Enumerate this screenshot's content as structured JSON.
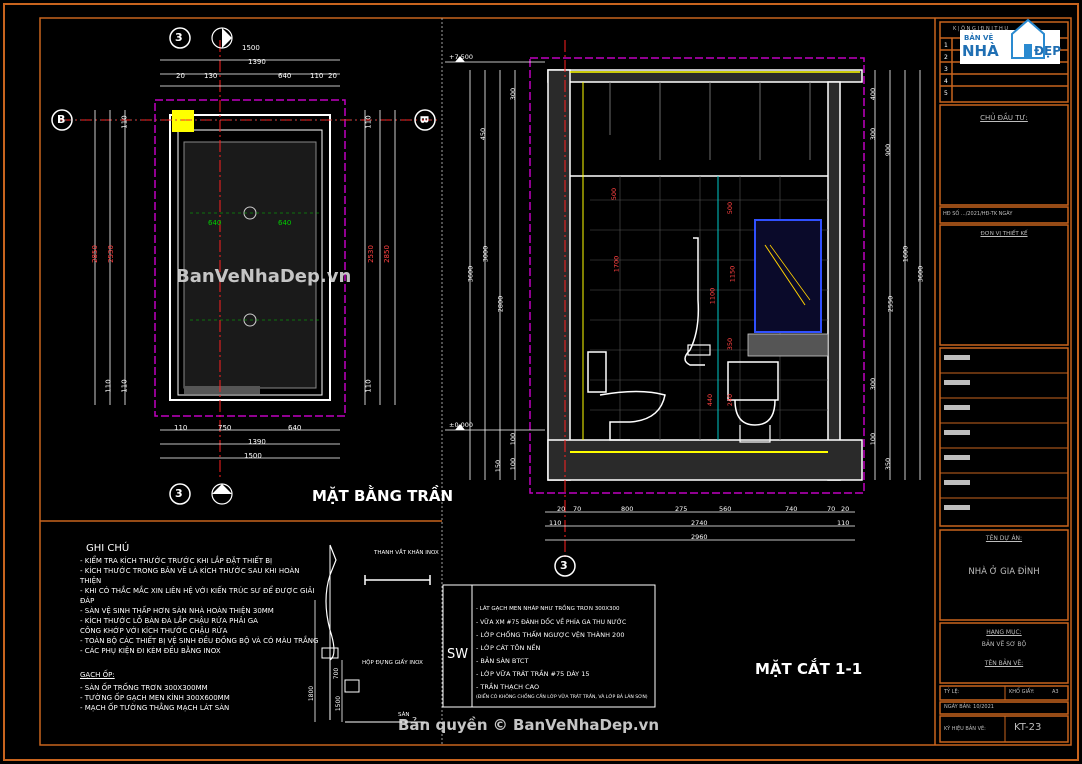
{
  "colors": {
    "background": "#000000",
    "frame": "#c8641e",
    "magenta": "#c000c0",
    "red": "#ff2020",
    "white": "#ffffff",
    "yellow": "#ffff00",
    "cyan": "#00c8c8",
    "blue": "#3050ff",
    "green": "#00c000",
    "grey": "#a0a0a0",
    "label_grey": "#bdbdbd"
  },
  "plan": {
    "title": "MẶT BẰNG TRẦN",
    "grid_top": "3",
    "grid_bottom": "3",
    "grid_left": "B",
    "grid_right": "B",
    "dims_top": [
      "1500",
      "1390",
      "130",
      "640",
      "110",
      "20",
      "20"
    ],
    "dims_bottom": [
      "110",
      "750",
      "640",
      "1390",
      "1500"
    ],
    "dims_left": [
      "2850",
      "2530",
      "110",
      "110",
      "110"
    ],
    "dims_right": [
      "2850",
      "2530",
      "110",
      "110"
    ],
    "inner_dims": [
      "640",
      "640"
    ]
  },
  "notes": {
    "title": "GHI CHÚ",
    "items": [
      "- KIỂM TRA KÍCH THƯỚC TRƯỚC KHI LẮP ĐẶT THIẾT BỊ",
      "- KÍCH THƯỚC TRONG BẢN VẼ LÀ KÍCH THƯỚC  SAU KHI HOÀN THIỆN",
      "- KHI CÓ THẮC MẮC XIN LIÊN HỆ VỚI KIẾN TRÚC SƯ ĐỂ ĐƯỢC GIẢI ĐÁP",
      "- SÀN VỆ SINH THẤP HƠN SÀN NHÀ HOÀN THIỆN 30MM",
      "- KÍCH THƯỚC LỖ BÀN ĐÁ LẮP CHẬU RỬA PHẢI GA",
      "     CÔNG KHỚP VỚI KÍCH THƯỚC CHẬU RỬA",
      "- TOÀN BỘ CÁC THIẾT BỊ VỆ SINH ĐỀU ĐỒNG BỘ VÀ CÓ MÀU TRẮNG",
      "- CÁC PHỤ KIỆN ĐI KÈM ĐỀU BẰNG INOX"
    ],
    "tile_title": "GẠCH ỐP:",
    "tile_items": [
      "- SÀN ỐP TRỐNG TRƠN 300X300MM",
      "- TƯỜNG ỐP GẠCH MEN KÍNH 300X600MM",
      "- MẠCH ỐP TƯỜNG THẲNG MẠCH LÁT SÀN"
    ]
  },
  "shower_detail": {
    "label_bar": "THANH VẮT KHĂN INOX",
    "label_holder": "HỘP ĐỰNG GIẤY INOX",
    "label_floor": "SÀN",
    "dims": [
      "1800",
      "1500",
      "700"
    ]
  },
  "legend": {
    "code": "SW",
    "layers": [
      "- LÁT GẠCH MEN NHÁP NHƯ TRỒNG TRƠN 300X300",
      "- VỮA XM #75 ĐÁNH DỐC VỀ PHÍA GA THU NƯỚC",
      "- LỚP CHỐNG THẤM NGƯỢC VỆN THÀNH 200",
      "- LỚP CÁT TÔN NỀN",
      "- BẢN SÀN BTCT",
      "- LỚP VỮA TRÁT TRẦN #75 DÀY 15",
      "- TRẦN THẠCH CAO",
      "(ĐIỂN CÓ KHÔNG CHỐNG CẦN LỚP VỮA TRÁT TRẦN, VÀ LỚP BẢ LÁN SƠN)"
    ]
  },
  "section": {
    "title": "MẶT CẮT 1-1",
    "grid_bottom": "3",
    "level_top": "+7.500",
    "level_zero": "±0.000",
    "dims_bottom_row1": [
      "20",
      "70",
      "800",
      "275",
      "560",
      "740",
      "70",
      "20"
    ],
    "dims_bottom_row2": [
      "110",
      "2740",
      "110"
    ],
    "dims_bottom_row3": [
      "2960"
    ],
    "dims_left": [
      "3600",
      "3000",
      "2800",
      "150",
      "450",
      "300",
      "100",
      "100"
    ],
    "dims_right": [
      "3600",
      "2550",
      "1600",
      "400",
      "300",
      "300",
      "100",
      "350",
      "900"
    ],
    "dims_inner": [
      "500",
      "1700",
      "1100",
      "1150",
      "440",
      "500",
      "240",
      "350"
    ]
  },
  "title_block": {
    "logo_line1": "BẢN VẼ",
    "logo_line2": "NHÀ",
    "logo_line3": "ĐẸP",
    "revision_header": "K | Ô  N  G  I  Đ  N  I  T  H  U",
    "revision_rows": [
      "1",
      "2",
      "3",
      "4",
      "5"
    ],
    "owner_label": "CHỦ ĐẦU TƯ:",
    "date_line": "HĐ SỐ .../2021/HĐ-TK NGÀY",
    "designer_label": "ĐƠN VỊ THIẾT KẾ",
    "project_label": "TÊN DỰ ÁN:",
    "project_name": "NHÀ Ở GIA ĐÌNH",
    "category_label": "HẠNG MỤC:",
    "category_value": "BẢN VẼ SƠ BỘ",
    "drawing_name_label": "TÊN BẢN VẼ:",
    "scale_label": "TỶ LỆ:",
    "paper_label": "KHỔ GIẤY:",
    "paper_value": "A3",
    "date_label": "NGÀY BẢN: 10/2021",
    "sheet_label": "KÝ HIỆU BẢN VẼ:",
    "sheet_value": "KT-23"
  },
  "watermark": {
    "site": "BanVeNhaDep.vn",
    "copyright": "Bản quyền © BanVeNhaDep.vn"
  }
}
